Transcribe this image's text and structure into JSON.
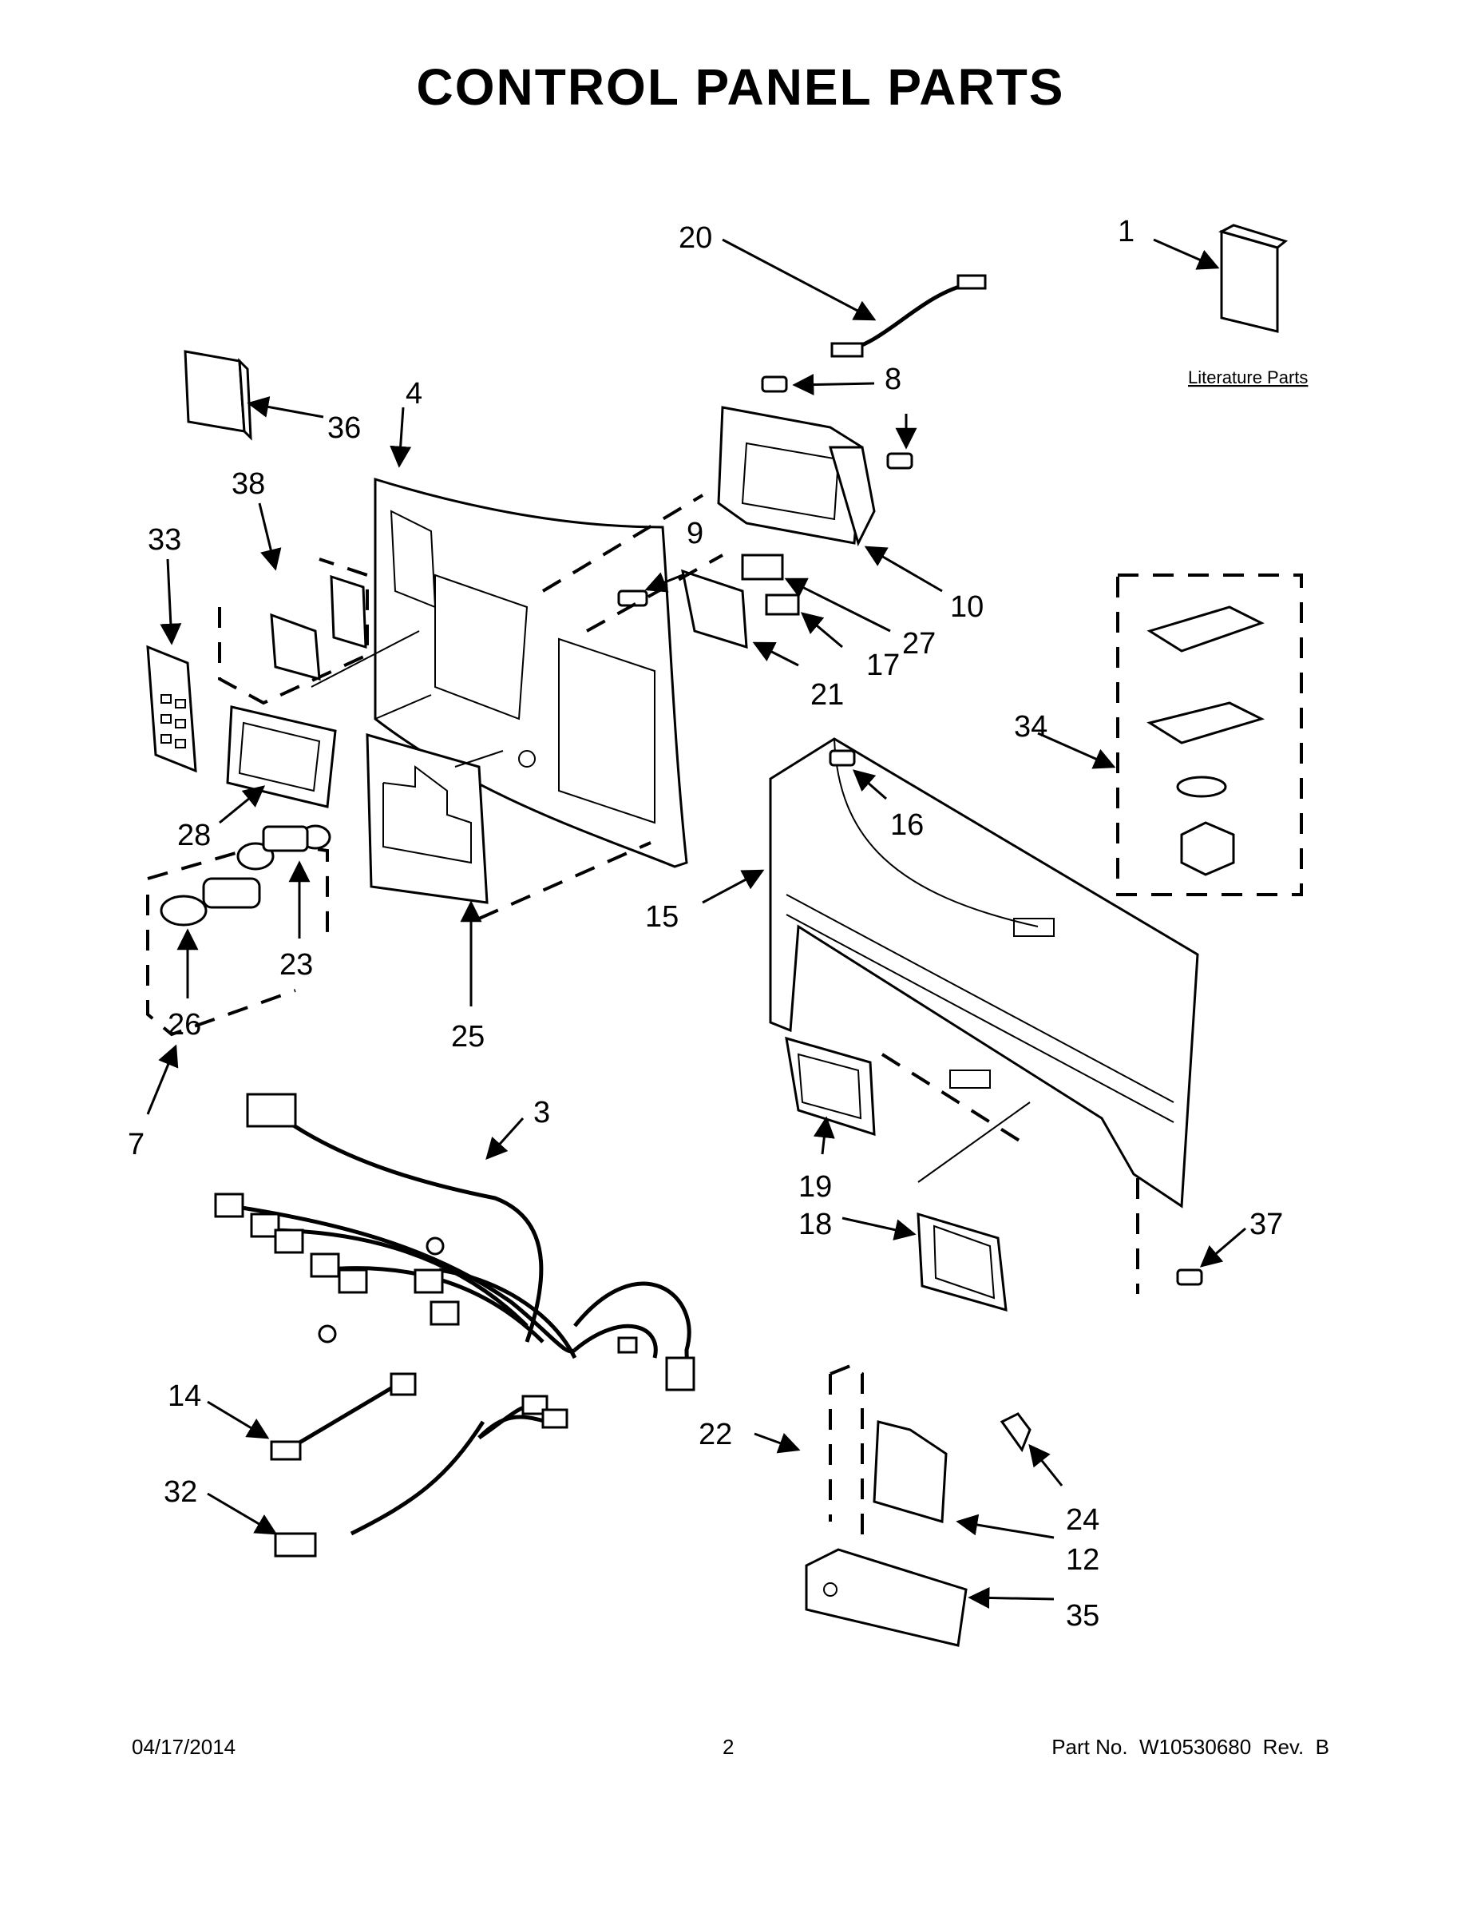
{
  "page": {
    "title": "CONTROL PANEL PARTS",
    "literature_label": "Literature Parts"
  },
  "callouts": [
    "1",
    "3",
    "4",
    "7",
    "8",
    "9",
    "10",
    "12",
    "14",
    "15",
    "16",
    "17",
    "18",
    "19",
    "20",
    "21",
    "22",
    "23",
    "24",
    "25",
    "26",
    "27",
    "28",
    "32",
    "33",
    "34",
    "35",
    "36",
    "37",
    "38"
  ],
  "footer": {
    "date": "04/17/2014",
    "page_number": "2",
    "part_no": "Part No.  W10530680  Rev.  B"
  }
}
